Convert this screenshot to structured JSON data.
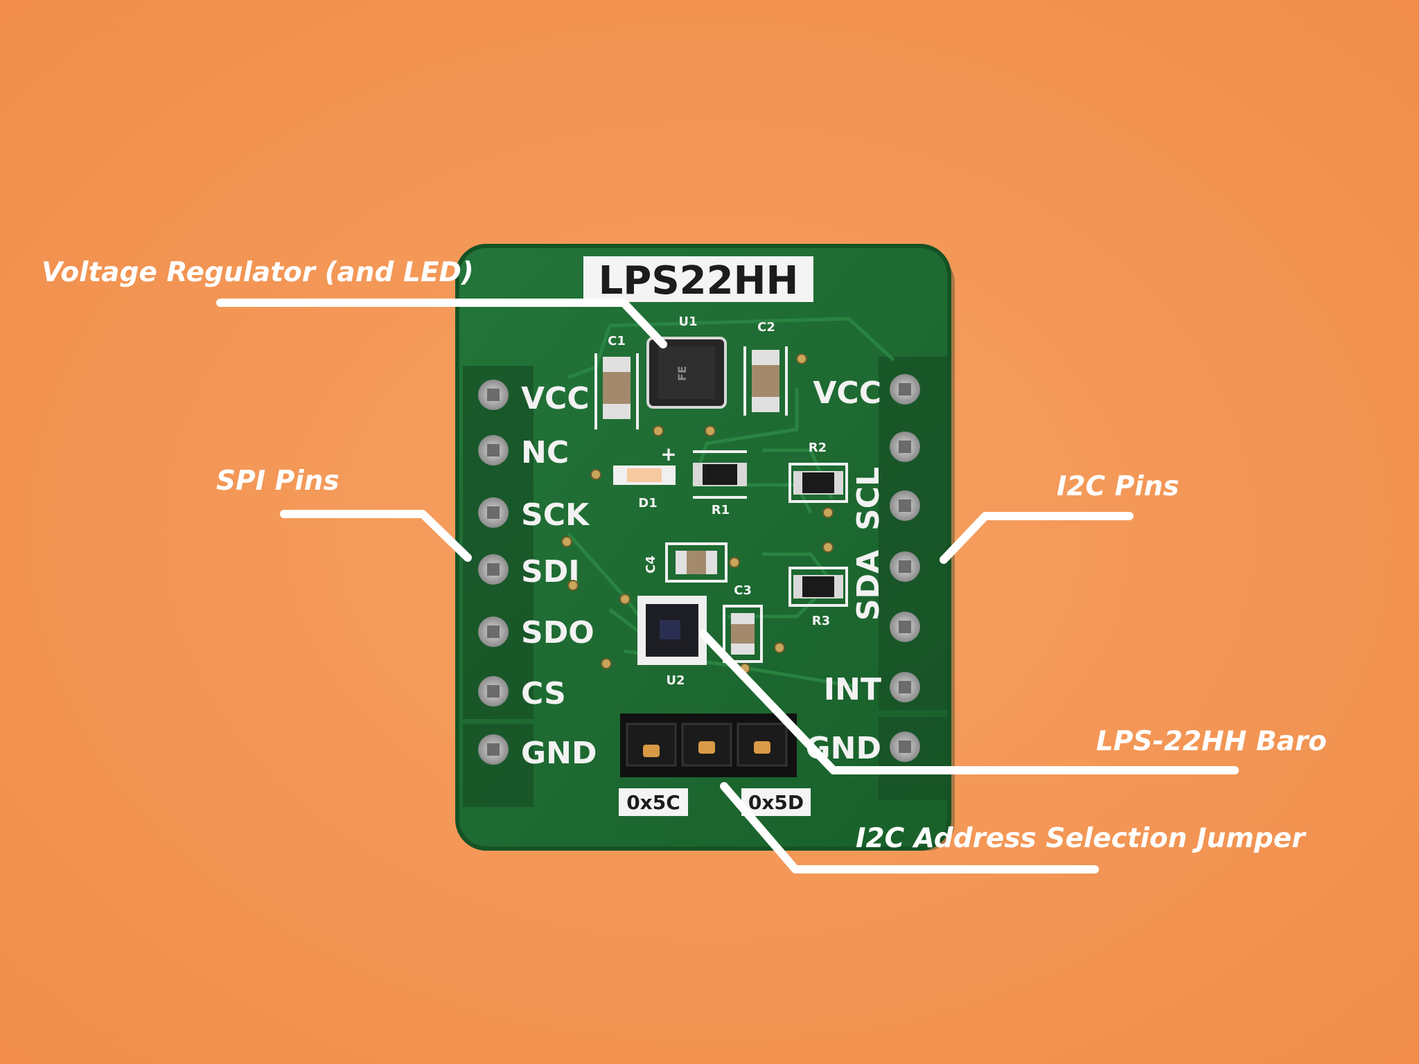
{
  "photo": {
    "background_color": "#f4924f",
    "board_color": "#1f6b30",
    "board_title": "LPS22HH",
    "left_pins": [
      "VCC",
      "NC",
      "SCK",
      "SDI",
      "SDO",
      "CS",
      "GND"
    ],
    "right_pins": [
      "VCC",
      "SCL",
      "SDA",
      "INT",
      "GND"
    ],
    "component_labels": {
      "u1": "U1",
      "u2": "U2",
      "c1": "C1",
      "c2": "C2",
      "c3": "C3",
      "c4": "C4",
      "r1": "R1",
      "r2": "R2",
      "r3": "R3",
      "d1": "D1",
      "plus": "+",
      "jumper_left": "0x5C",
      "jumper_right": "0x5D"
    }
  },
  "annotations": [
    {
      "id": "voltage-regulator",
      "text": "Voltage Regulator (and LED)"
    },
    {
      "id": "spi-pins",
      "text": "SPI Pins"
    },
    {
      "id": "i2c-pins",
      "text": "I2C Pins"
    },
    {
      "id": "baro",
      "text": "LPS-22HH Baro"
    },
    {
      "id": "jumper",
      "text": "I2C Address Selection Jumper"
    }
  ]
}
